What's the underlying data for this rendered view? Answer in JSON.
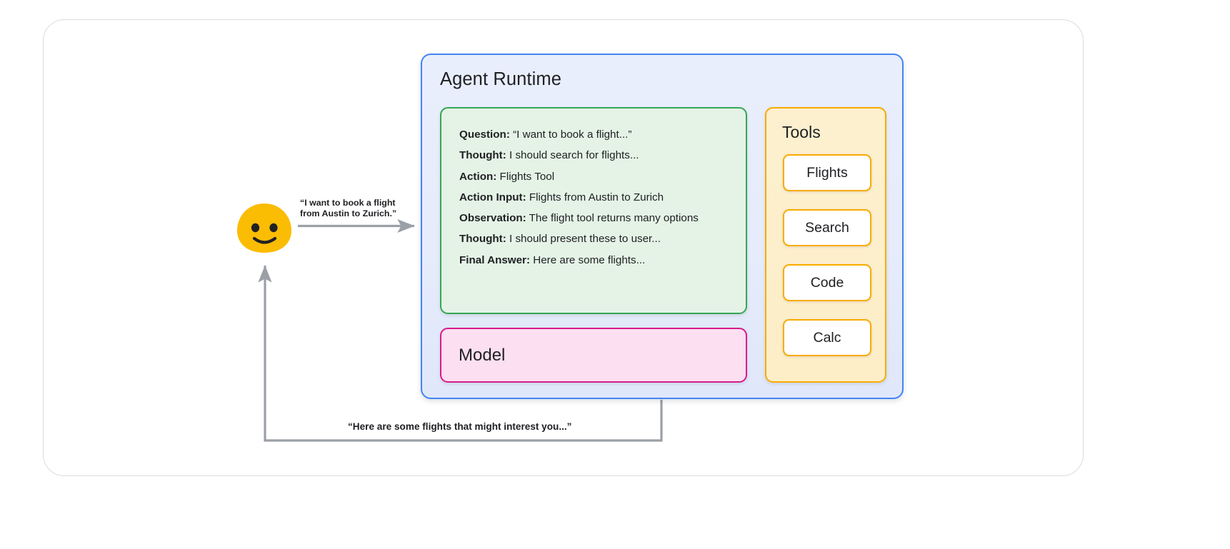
{
  "card": {
    "name": "agent-architecture-diagram"
  },
  "agent_runtime": {
    "title": "Agent Runtime",
    "trace": {
      "lines": [
        {
          "label": "Question:",
          "value": "“I want to book a flight...”"
        },
        {
          "label": "Thought:",
          "value": "I should search for flights..."
        },
        {
          "label": "Action:",
          "value": "Flights Tool"
        },
        {
          "label": "Action Input:",
          "value": "Flights from Austin to Zurich"
        },
        {
          "label": "Observation:",
          "value": "The flight tool returns many options"
        },
        {
          "label": "Thought:",
          "value": "I should present these to user..."
        },
        {
          "label": "Final Answer:",
          "value": "Here are some flights..."
        }
      ]
    },
    "model": {
      "label": "Model"
    },
    "tools": {
      "title": "Tools",
      "items": [
        {
          "label": "Flights"
        },
        {
          "label": "Search"
        },
        {
          "label": "Code"
        },
        {
          "label": "Calc"
        }
      ]
    }
  },
  "user": {
    "avatar_icon": "smiley-face-icon",
    "request_line1": "“I want to book a flight",
    "request_line2": "from Austin to Zurich.”",
    "response_text": "“Here are some flights that might interest you...”"
  },
  "colors": {
    "runtime_border": "#4285F4",
    "runtime_fill": "#E8EDFC",
    "trace_border": "#34A853",
    "trace_fill": "#E4F3E6",
    "model_border": "#D81B8C",
    "model_fill": "#FCDFF0",
    "tools_border": "#F9AB00",
    "tools_fill": "#FDEFCB",
    "tool_btn_fill": "#FFFFFF",
    "avatar_fill": "#FBBC04",
    "arrow_stroke": "#9AA0A6",
    "card_border": "#DADCE0"
  }
}
